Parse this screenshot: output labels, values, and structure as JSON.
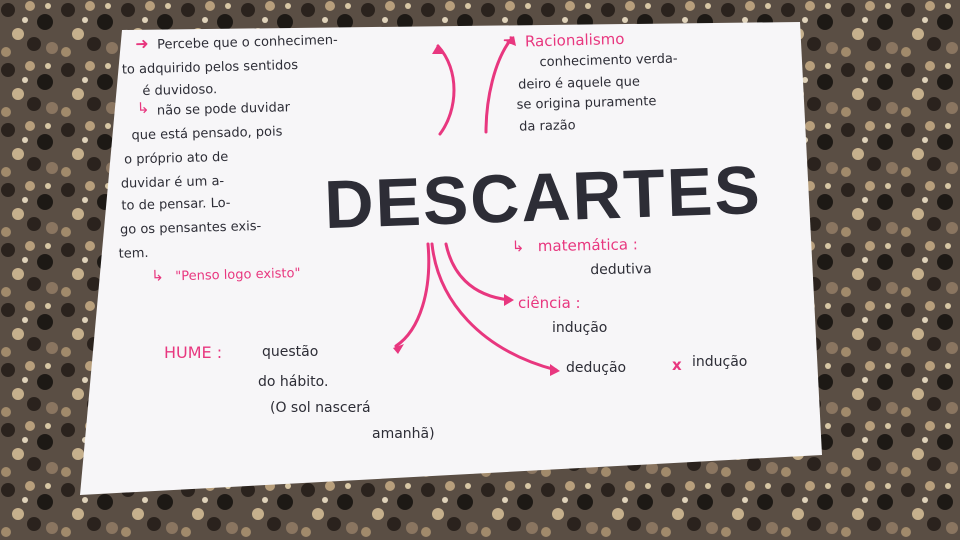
{
  "title": "DESCARTES",
  "notes": {
    "top_left": {
      "lines": [
        "Percebe que o conhecimen-",
        "to adquirido pelos sentidos",
        "é duvidoso."
      ],
      "lines2": [
        "não se pode duvidar",
        "que está pensado, pois",
        "o próprio ato de",
        "duvidar é um a-",
        "to de pensar. Lo-",
        "go os pensantes exis-",
        "tem."
      ],
      "quote": "\"Penso logo existo\""
    },
    "top_right": {
      "heading": "Racionalismo",
      "lines": [
        "conhecimento verda-",
        "deiro é aquele que",
        "se origina puramente",
        "da razão"
      ]
    },
    "math": {
      "label": "matemática :",
      "value": "dedutiva"
    },
    "science": {
      "label": "ciência :",
      "value": "indução"
    },
    "compare": {
      "left": "dedução",
      "sep": "x",
      "right": "indução"
    },
    "hume": {
      "label": "HUME :",
      "lines": [
        "questão",
        "do hábito.",
        "(O sol nascerá",
        "amanhã)"
      ]
    }
  },
  "colors": {
    "ink": "#2d2d36",
    "accent": "#e8377f",
    "paper": "#f7f6f8"
  }
}
